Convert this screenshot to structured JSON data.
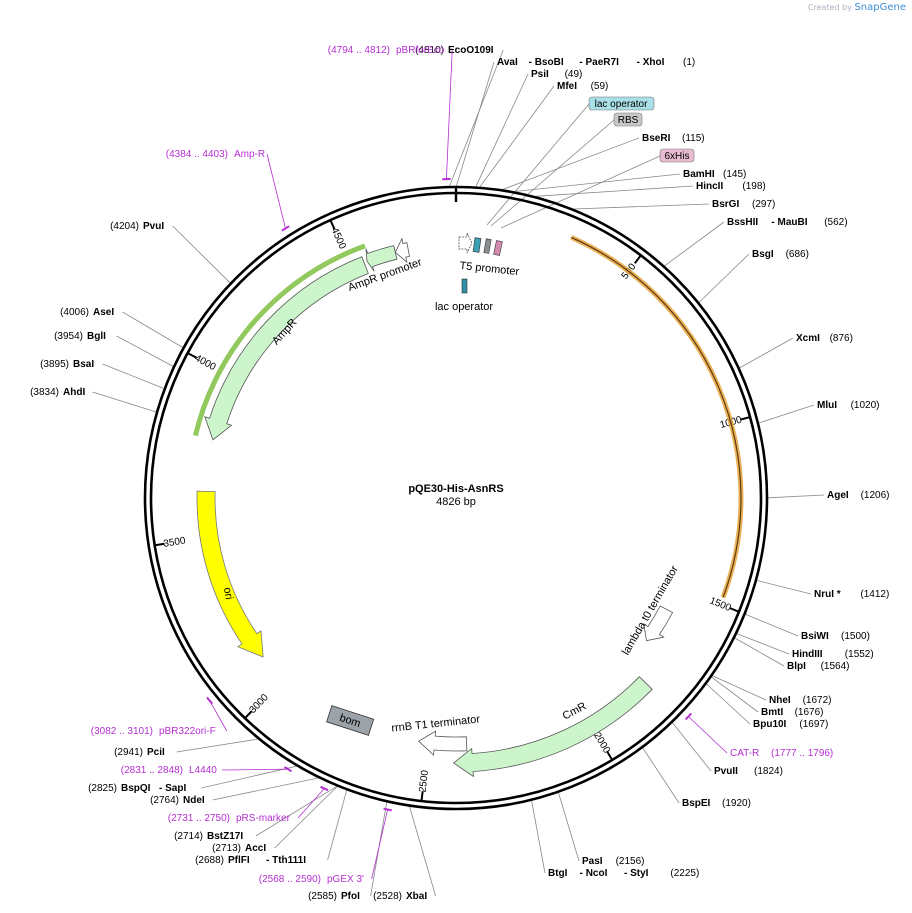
{
  "credit": {
    "text": "Created by",
    "brand": "SnapGene"
  },
  "plasmid": {
    "name": "pQE30-His-AsnRS",
    "size": "4826 bp",
    "length": 4826
  },
  "colors": {
    "purple": "#b52fd1",
    "feature_fill": "#ccf5cc",
    "ori": "#ffff00",
    "cmr_glow": "#e8a33a",
    "ampr_glow": "#7fbf3f"
  },
  "ruler": [
    {
      "label": "500",
      "pos": 500
    },
    {
      "label": "1000",
      "pos": 1000
    },
    {
      "label": "1500",
      "pos": 1500
    },
    {
      "label": "2000",
      "pos": 2000
    },
    {
      "label": "2500",
      "pos": 2500
    },
    {
      "label": "3000",
      "pos": 3000
    },
    {
      "label": "3500",
      "pos": 3500
    },
    {
      "label": "4000",
      "pos": 4000
    },
    {
      "label": "4500",
      "pos": 4500
    }
  ],
  "enzymes": [
    {
      "name": "EcoO109I",
      "loc": "(4810)",
      "pos": 4810
    },
    {
      "name": "AvaI",
      "extra": [
        "- BsoBI",
        "- PaeR7I",
        "- XhoI"
      ],
      "loc": "(1)",
      "pos": 1
    },
    {
      "name": "PsiI",
      "loc": "(49)",
      "pos": 49
    },
    {
      "name": "MfeI",
      "loc": "(59)",
      "pos": 59
    },
    {
      "name": "BseRI",
      "loc": "(115)",
      "pos": 115
    },
    {
      "name": "BamHI",
      "loc": "(145)",
      "pos": 145
    },
    {
      "name": "HincII",
      "loc": "(198)",
      "pos": 198
    },
    {
      "name": "BsrGI",
      "loc": "(297)",
      "pos": 297
    },
    {
      "name": "BssHII",
      "extra": [
        "- MauBI"
      ],
      "loc": "(562)",
      "pos": 562
    },
    {
      "name": "BsgI",
      "loc": "(686)",
      "pos": 686
    },
    {
      "name": "XcmI",
      "loc": "(876)",
      "pos": 876
    },
    {
      "name": "MluI",
      "loc": "(1020)",
      "pos": 1020
    },
    {
      "name": "AgeI",
      "loc": "(1206)",
      "pos": 1206
    },
    {
      "name": "NruI *",
      "loc": "(1412)",
      "pos": 1412
    },
    {
      "name": "BsiWI",
      "loc": "(1500)",
      "pos": 1500
    },
    {
      "name": "HindIII",
      "loc": "(1552)",
      "pos": 1552
    },
    {
      "name": "BlpI",
      "loc": "(1564)",
      "pos": 1564
    },
    {
      "name": "NheI",
      "loc": "(1672)",
      "pos": 1672
    },
    {
      "name": "BmtI",
      "loc": "(1676)",
      "pos": 1676
    },
    {
      "name": "Bpu10I",
      "loc": "(1697)",
      "pos": 1697
    },
    {
      "name": "PvuII",
      "loc": "(1824)",
      "pos": 1824
    },
    {
      "name": "BspEI",
      "loc": "(1920)",
      "pos": 1920
    },
    {
      "name": "PasI",
      "loc": "(2156)",
      "pos": 2156
    },
    {
      "name": "BtgI",
      "extra": [
        "- NcoI",
        "- StyI"
      ],
      "loc": "(2225)",
      "pos": 2225
    },
    {
      "name": "XbaI",
      "loc": "(2528)",
      "pos": 2528
    },
    {
      "name": "PfoI",
      "loc": "(2585)",
      "pos": 2585
    },
    {
      "name": "PflFI",
      "extra": [
        "- Tth111I"
      ],
      "loc": "(2688)",
      "pos": 2688
    },
    {
      "name": "AccI",
      "loc": "(2713)",
      "pos": 2713
    },
    {
      "name": "BstZ17I",
      "loc": "(2714)",
      "pos": 2714
    },
    {
      "name": "NdeI",
      "loc": "(2764)",
      "pos": 2764
    },
    {
      "name": "BspQI",
      "extra": [
        "- SapI"
      ],
      "loc": "(2825)",
      "pos": 2825
    },
    {
      "name": "PciI",
      "loc": "(2941)",
      "pos": 2941
    },
    {
      "name": "AhdI",
      "loc": "(3834)",
      "pos": 3834
    },
    {
      "name": "BsaI",
      "loc": "(3895)",
      "pos": 3895
    },
    {
      "name": "BglI",
      "loc": "(3954)",
      "pos": 3954
    },
    {
      "name": "AseI",
      "loc": "(4006)",
      "pos": 4006
    },
    {
      "name": "PvuI",
      "loc": "(4204)",
      "pos": 4204
    }
  ],
  "primers": [
    {
      "name": "pBRforEco",
      "loc": "(4794 .. 4812)",
      "pos": 4803
    },
    {
      "name": "Amp-R",
      "loc": "(4384 .. 4403)",
      "pos": 4393
    },
    {
      "name": "CAT-R",
      "loc": "(1777 .. 1796)",
      "pos": 1786
    },
    {
      "name": "pGEX 3'",
      "loc": "(2568 .. 2590)",
      "pos": 2579
    },
    {
      "name": "pRS-marker",
      "loc": "(2731 .. 2750)",
      "pos": 2740
    },
    {
      "name": "L4440",
      "loc": "(2831 .. 2848)",
      "pos": 2839
    },
    {
      "name": "pBR322ori-F",
      "loc": "(3082 .. 3101)",
      "pos": 3091
    }
  ],
  "boxed_features": [
    {
      "name": "lac operator",
      "color": "#a9dfe6"
    },
    {
      "name": "RBS",
      "color": "#c8c8c8"
    },
    {
      "name": "6xHis",
      "color": "#e8bcd0"
    }
  ],
  "features": [
    {
      "name": "T5 promoter"
    },
    {
      "name": "lac operator"
    },
    {
      "name": "AmpR promoter"
    },
    {
      "name": "AmpR"
    },
    {
      "name": "ori"
    },
    {
      "name": "bom"
    },
    {
      "name": "rrnB T1 terminator"
    },
    {
      "name": "CmR"
    },
    {
      "name": "lambda t0 terminator"
    }
  ]
}
